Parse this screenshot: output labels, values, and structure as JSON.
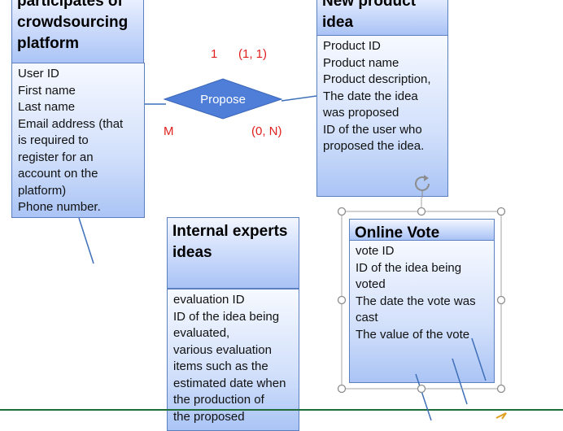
{
  "entities": {
    "participant": {
      "title": "participates of\ncrowdsourcing\nplatform",
      "attributes": "User ID\nFirst name\nLast name\nEmail address (that\nis required to\nregister for an\naccount on the\nplatform)\nPhone number."
    },
    "new_product": {
      "title": "New product\nidea",
      "attributes": "Product ID\nProduct name\nProduct description,\nThe date the idea\nwas proposed\nID of the user who\nproposed the idea."
    },
    "internal_experts": {
      "title": "Internal experts\nideas",
      "attributes": "evaluation ID\nID of the idea being\nevaluated,\nvarious evaluation\nitems such as the\nestimated date when\nthe production of\nthe proposed"
    },
    "online_vote": {
      "title": "Online Vote",
      "attributes": "vote ID\nID of the idea being\nvoted\nThe date the vote was\ncast\nThe value of the vote"
    }
  },
  "relationship": {
    "name": "Propose",
    "label_one": "1",
    "label_one_range": "(1, 1)",
    "label_many": "M",
    "label_many_range": "(0, N)"
  },
  "colors": {
    "diamond": "#4f7ed8",
    "cardinality": "#e0201e",
    "connector": "#3f6fb8",
    "bottom_rule": "#1f6b3a"
  }
}
